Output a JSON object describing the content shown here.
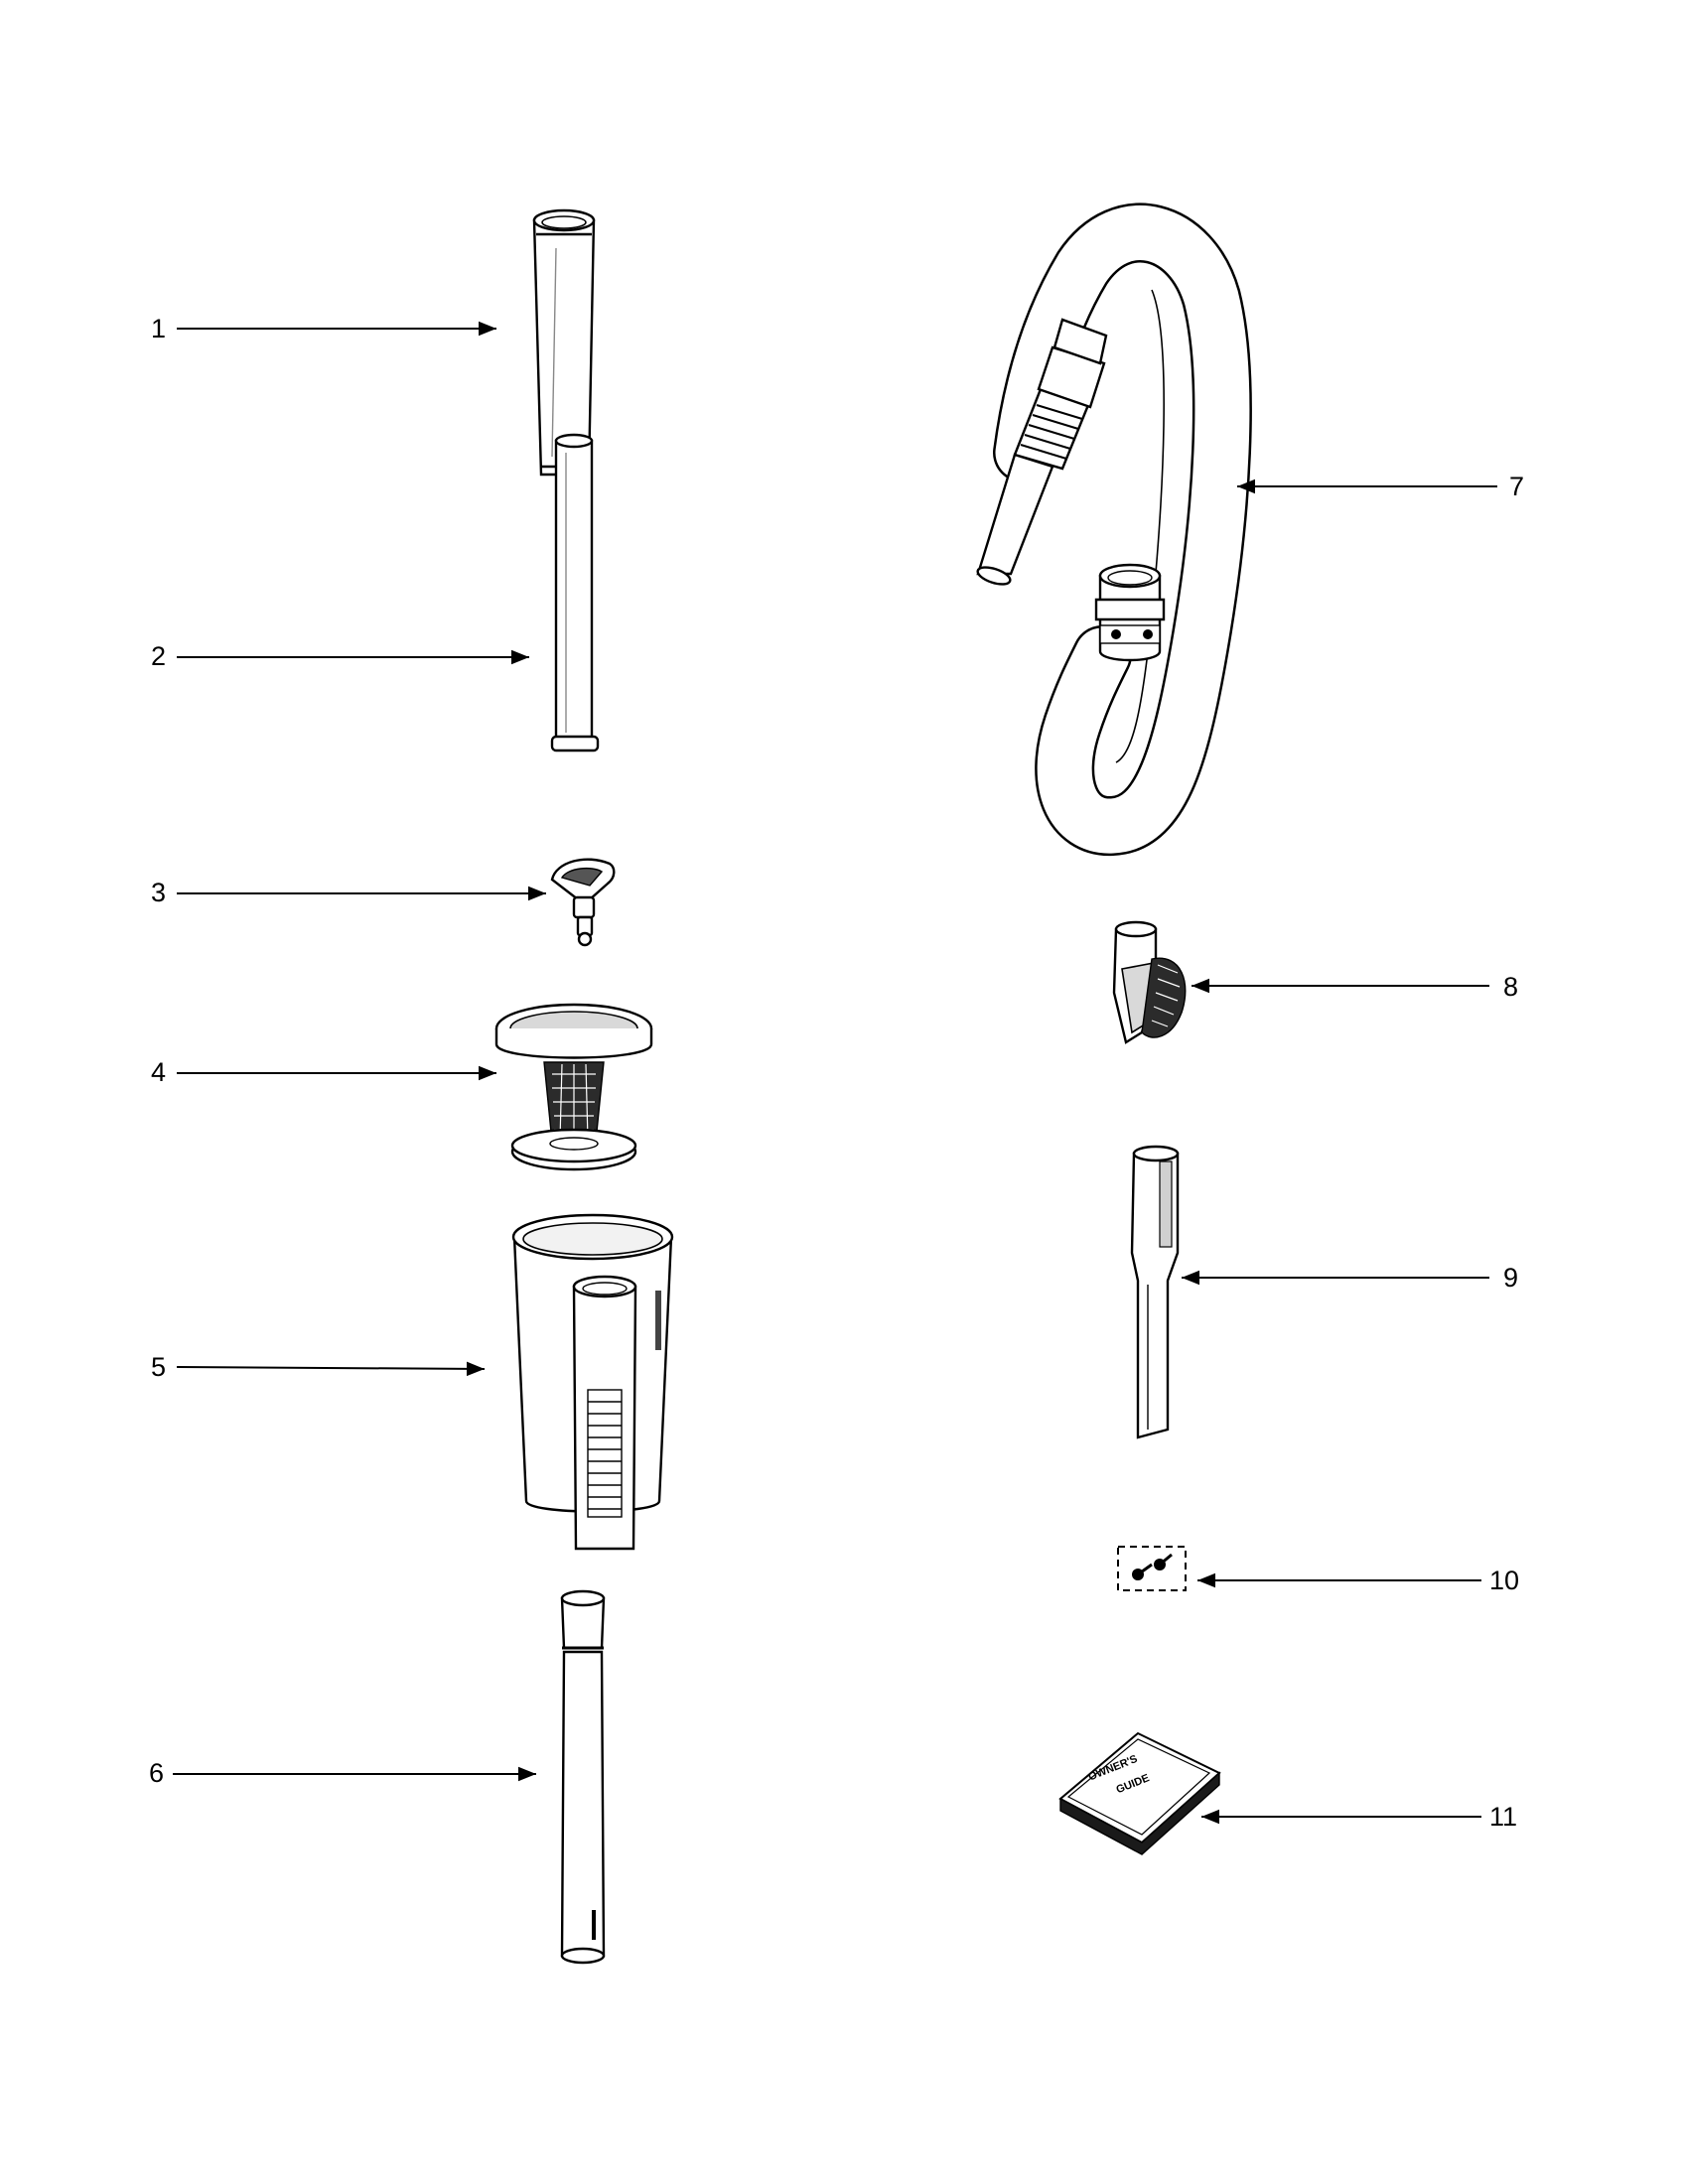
{
  "callouts": [
    {
      "id": "1",
      "label": "1"
    },
    {
      "id": "2",
      "label": "2"
    },
    {
      "id": "3",
      "label": "3"
    },
    {
      "id": "4",
      "label": "4"
    },
    {
      "id": "5",
      "label": "5"
    },
    {
      "id": "6",
      "label": "6"
    },
    {
      "id": "7",
      "label": "7"
    },
    {
      "id": "8",
      "label": "8"
    },
    {
      "id": "9",
      "label": "9"
    },
    {
      "id": "10",
      "label": "10"
    },
    {
      "id": "11",
      "label": "11"
    }
  ],
  "owners_guide": {
    "line1": "OWNER'S",
    "line2": "GUIDE"
  },
  "colors": {
    "ink": "#000000",
    "paper": "#ffffff"
  }
}
